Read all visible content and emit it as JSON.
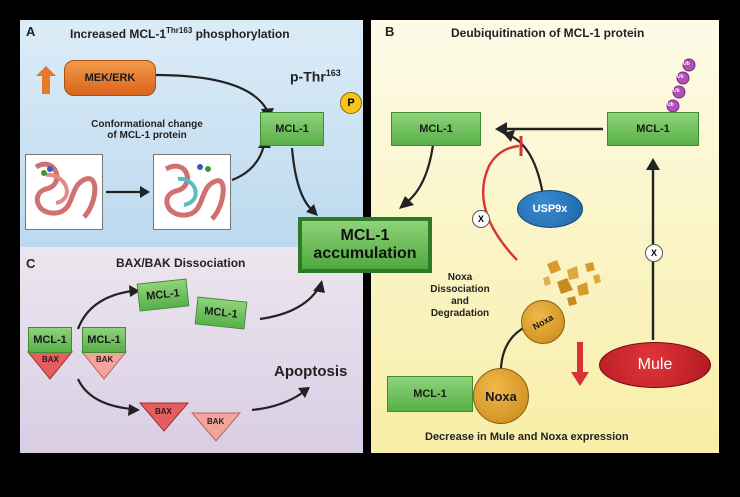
{
  "panel_a": {
    "letter": "A",
    "title_pre": "Increased MCL-1",
    "title_sup": "Thr163",
    "title_post": " phosphorylation",
    "mek_erk": "MEK/ERK",
    "conformational_line1": "Conformational change",
    "conformational_line2": "of MCL-1 protein",
    "mcl1": "MCL-1",
    "pthr_main": "p-Thr",
    "pthr_sup": "163",
    "p_badge": "P"
  },
  "panel_b": {
    "letter": "B",
    "title": "Deubiquitination of MCL-1 protein",
    "mcl1_left": "MCL-1",
    "mcl1_right": "MCL-1",
    "ub": [
      "Ub",
      "Ub",
      "Ub",
      "Ub"
    ],
    "usp9x": "USP9x",
    "x_mark_1": "X",
    "x_mark_2": "X",
    "noxa_note_1": "Noxa",
    "noxa_note_2": "Dissociation",
    "noxa_note_3": "and",
    "noxa_note_4": "Degradation",
    "noxa_small": "Noxa",
    "mcl1_bottom": "MCL-1",
    "noxa_big": "Noxa",
    "mule": "Mule",
    "footer": "Decrease in Mule and Noxa expression"
  },
  "panel_c": {
    "letter": "C",
    "title": "BAX/BAK Dissociation",
    "mcl1_a": "MCL-1",
    "mcl1_b": "MCL-1",
    "bax_a": "BAX",
    "bak_a": "BAK",
    "mcl1_c": "MCL-1",
    "mcl1_d": "MCL-1",
    "bax_b": "BAX",
    "bak_b": "BAK",
    "apoptosis": "Apoptosis"
  },
  "center": {
    "line1": "MCL-1",
    "line2": "accumulation"
  },
  "colors": {
    "green": "#58b048",
    "orange": "#e2792b",
    "usp9x": "#1e67a6",
    "mule": "#c81f28",
    "noxa": "#d89a2b",
    "inhibit": "#d83232",
    "ub": "#b050b8"
  }
}
